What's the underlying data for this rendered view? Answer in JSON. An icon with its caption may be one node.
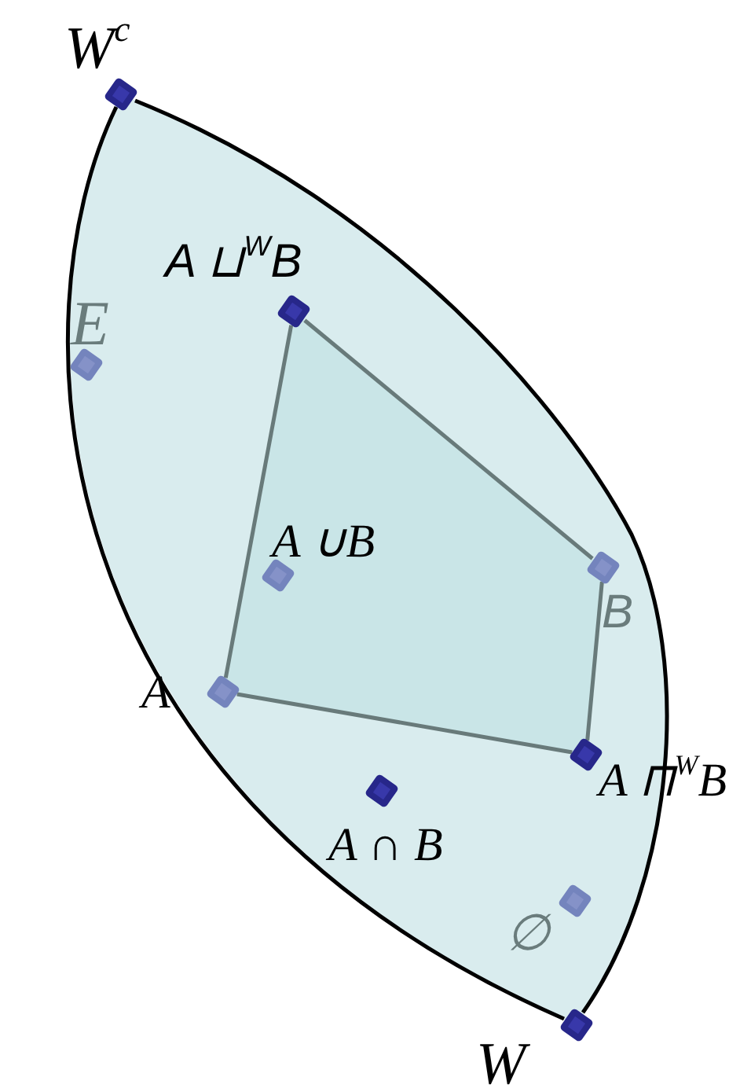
{
  "diagram": {
    "nodes": [
      {
        "text": [
          "W$^{c}$"
        ]
      },
      {
        "text": [
          "A ⊔$^{W}$B"
        ]
      },
      {
        "text": [
          "E"
        ]
      },
      {
        "text": [
          "A ∪B"
        ]
      },
      {
        "text": [
          "B"
        ]
      },
      {
        "text": [
          "A"
        ]
      },
      {
        "text": [
          "A ⊓$^{W}$B"
        ]
      },
      {
        "text": [
          "A ∩ B"
        ]
      },
      {
        "text": [
          "∅"
        ]
      },
      {
        "text": [
          "W"
        ]
      }
    ],
    "edges": [
      {
        "from": 0,
        "to": 9,
        "arrow": "none",
        "color": "#000000"
      },
      {
        "from": 0,
        "to": 9,
        "arrow": "none",
        "color": "#000000"
      },
      {
        "from": 5,
        "to": 1,
        "arrow": "none"
      },
      {
        "from": 1,
        "to": 4,
        "arrow": "none"
      },
      {
        "from": 4,
        "to": 6,
        "arrow": "none"
      },
      {
        "from": 6,
        "to": 5,
        "arrow": "none"
      }
    ]
  }
}
